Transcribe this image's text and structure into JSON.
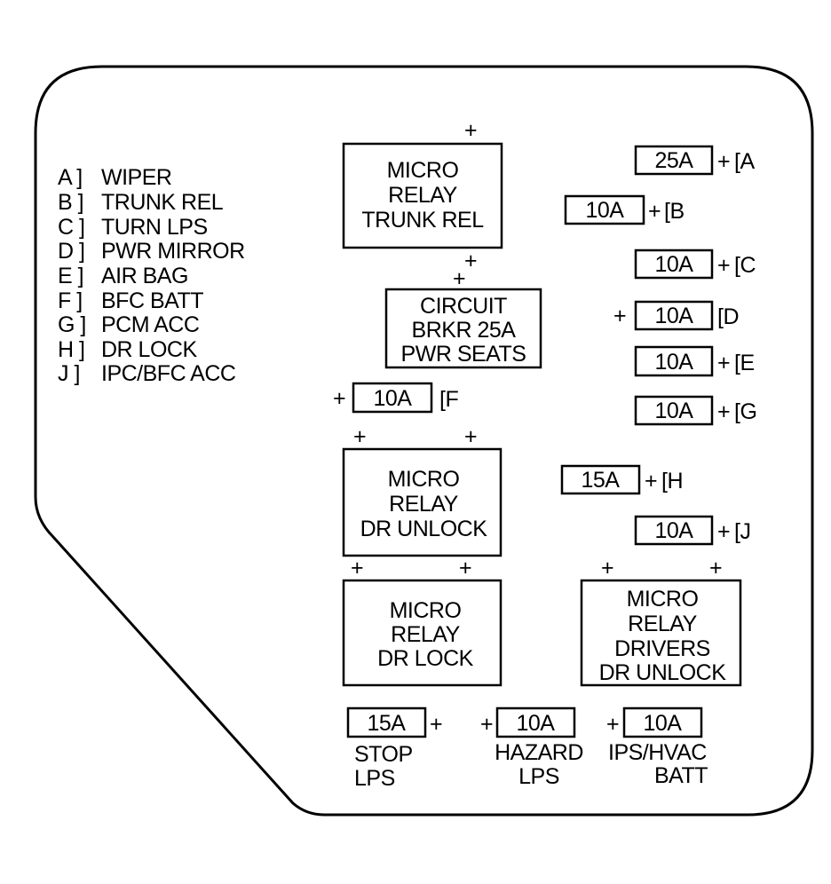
{
  "legend": [
    {
      "key": "A ]",
      "label": "WIPER"
    },
    {
      "key": "B ]",
      "label": "TRUNK REL"
    },
    {
      "key": "C ]",
      "label": "TURN LPS"
    },
    {
      "key": "D ]",
      "label": "PWR MIRROR"
    },
    {
      "key": "E ]",
      "label": "AIR BAG"
    },
    {
      "key": "F ]",
      "label": "BFC BATT"
    },
    {
      "key": "G ]",
      "label": "PCM ACC"
    },
    {
      "key": "H ]",
      "label": "DR LOCK"
    },
    {
      "key": "J ]",
      "label": "IPC/BFC ACC"
    }
  ],
  "terminal_symbol": "+",
  "relays": [
    {
      "id": "trunk",
      "lines": [
        "MICRO",
        "RELAY",
        "TRUNK REL"
      ]
    },
    {
      "id": "breaker",
      "lines": [
        "CIRCUIT",
        "BRKR 25A",
        "PWR SEATS"
      ]
    },
    {
      "id": "dr-unlock",
      "lines": [
        "MICRO",
        "RELAY",
        "DR UNLOCK"
      ]
    },
    {
      "id": "dr-lock",
      "lines": [
        "MICRO",
        "RELAY",
        "DR LOCK"
      ]
    },
    {
      "id": "drivers-dr-unlock",
      "lines": [
        "MICRO",
        "RELAY",
        "DRIVERS",
        "DR UNLOCK"
      ]
    }
  ],
  "fuses": [
    {
      "id": "A",
      "rating": "25A",
      "tag": "[A"
    },
    {
      "id": "B",
      "rating": "10A",
      "tag": "[B"
    },
    {
      "id": "C",
      "rating": "10A",
      "tag": "[C"
    },
    {
      "id": "D",
      "rating": "10A",
      "tag": "[D"
    },
    {
      "id": "E",
      "rating": "10A",
      "tag": "[E"
    },
    {
      "id": "F",
      "rating": "10A",
      "tag": "[F"
    },
    {
      "id": "G",
      "rating": "10A",
      "tag": "[G"
    },
    {
      "id": "H",
      "rating": "15A",
      "tag": "[H"
    },
    {
      "id": "J",
      "rating": "10A",
      "tag": "[J"
    },
    {
      "id": "stop",
      "rating": "15A",
      "caption": [
        "STOP",
        "LPS"
      ]
    },
    {
      "id": "hazard",
      "rating": "10A",
      "caption": [
        "HAZARD",
        "LPS"
      ]
    },
    {
      "id": "ips",
      "rating": "10A",
      "caption": [
        "IPS/HVAC",
        "BATT"
      ]
    }
  ]
}
